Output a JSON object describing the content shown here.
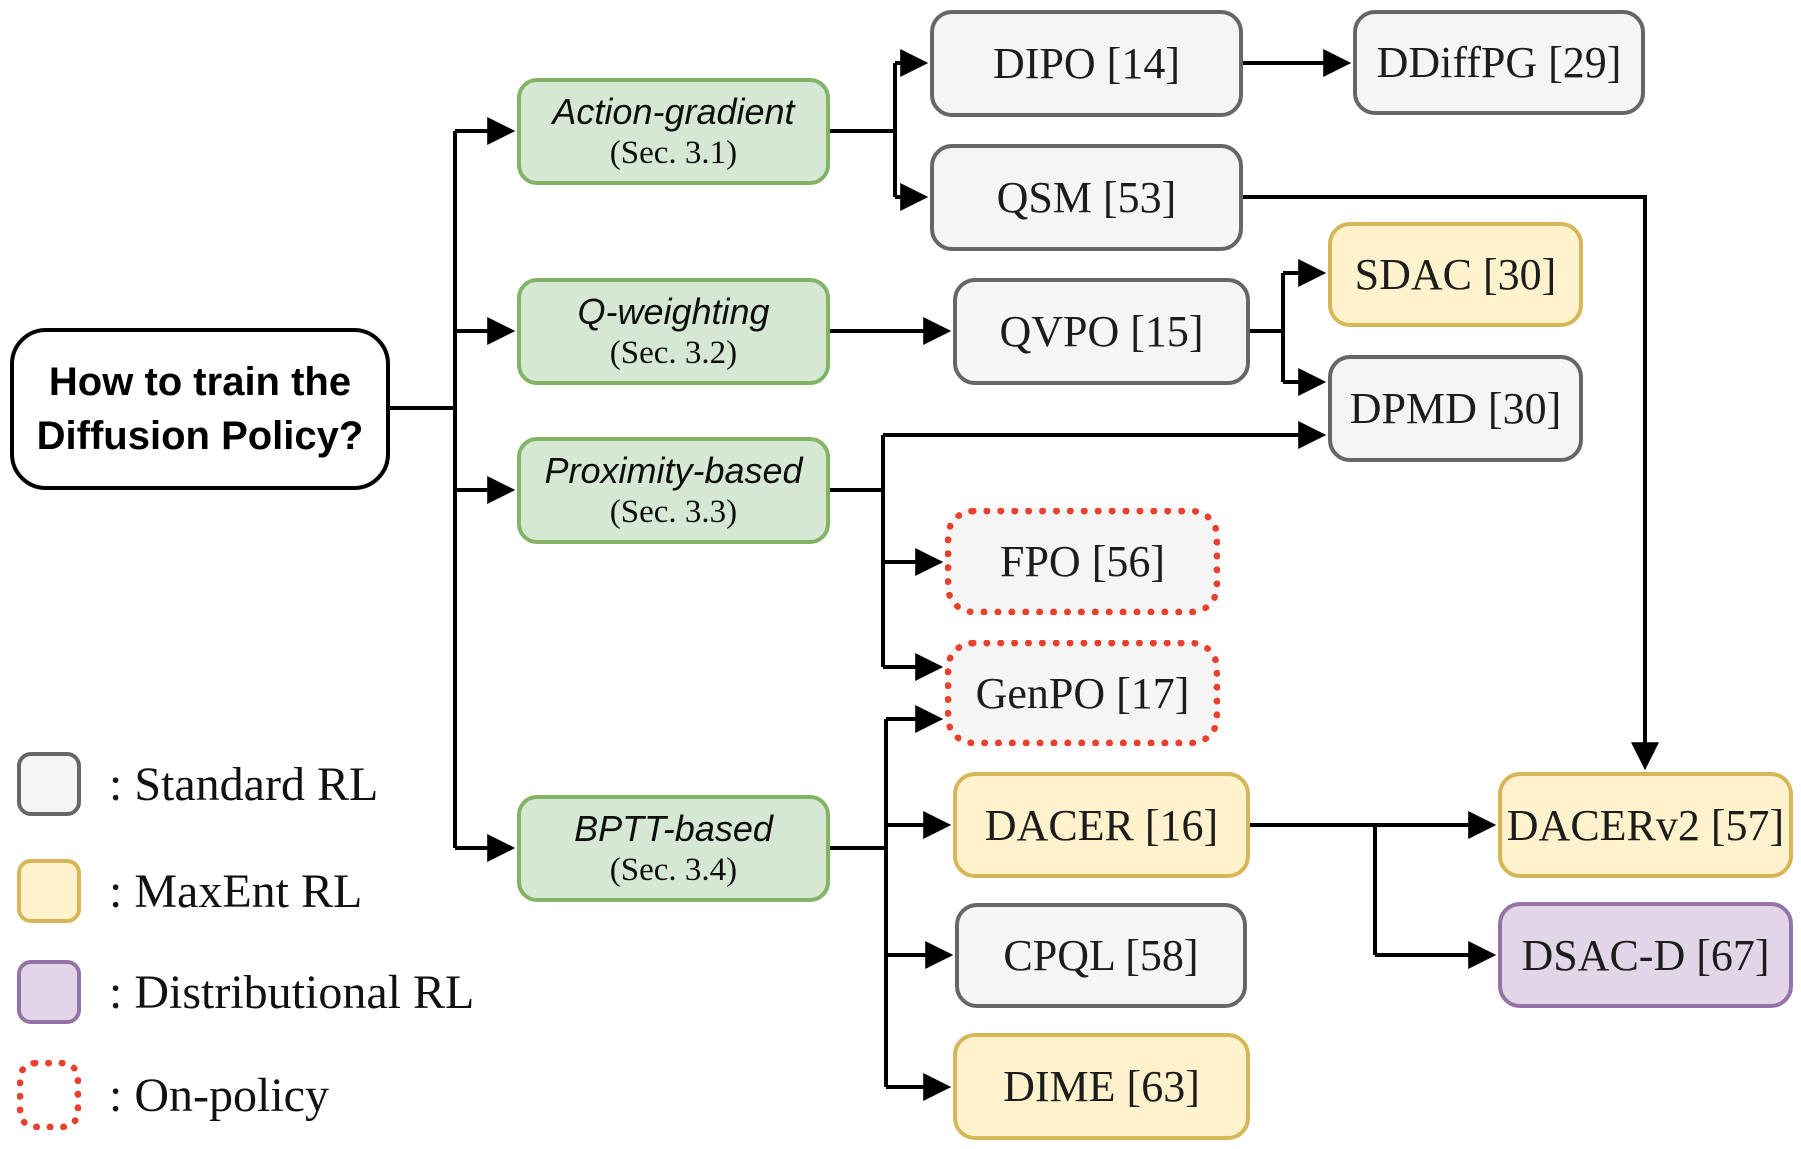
{
  "root": {
    "line1": "How to train the",
    "line2": "Diffusion Policy?"
  },
  "categories": {
    "action_gradient": {
      "title": "Action-gradient",
      "sec": "(Sec. 3.1)"
    },
    "q_weighting": {
      "title": "Q-weighting",
      "sec": "(Sec. 3.2)"
    },
    "proximity_based": {
      "title": "Proximity-based",
      "sec": "(Sec. 3.3)"
    },
    "bptt_based": {
      "title": "BPTT-based",
      "sec": "(Sec. 3.4)"
    }
  },
  "methods": {
    "dipo": "DIPO [14]",
    "ddiffpg": "DDiffPG [29]",
    "qsm": "QSM [53]",
    "qvpo": "QVPO [15]",
    "sdac": "SDAC [30]",
    "dpmd": "DPMD [30]",
    "fpo": "FPO [56]",
    "genpo": "GenPO [17]",
    "dacer": "DACER [16]",
    "cpql": "CPQL [58]",
    "dime": "DIME [63]",
    "dacerv2": "DACERv2 [57]",
    "dsacd": "DSAC-D [67]"
  },
  "legend": {
    "standard_rl": ": Standard RL",
    "maxent_rl": ": MaxEnt RL",
    "distributional_rl": ": Distributional RL",
    "on_policy": ": On-policy"
  },
  "colors": {
    "category_fill": "#d5e8d4",
    "category_border": "#82b366",
    "standard_fill": "#f5f5f5",
    "standard_border": "#666666",
    "maxent_fill": "#fff2cc",
    "maxent_border": "#d6b656",
    "distributional_fill": "#e1d5e7",
    "distributional_border": "#9673a6",
    "onpolicy_border": "#e8402c",
    "line": "#000000"
  }
}
